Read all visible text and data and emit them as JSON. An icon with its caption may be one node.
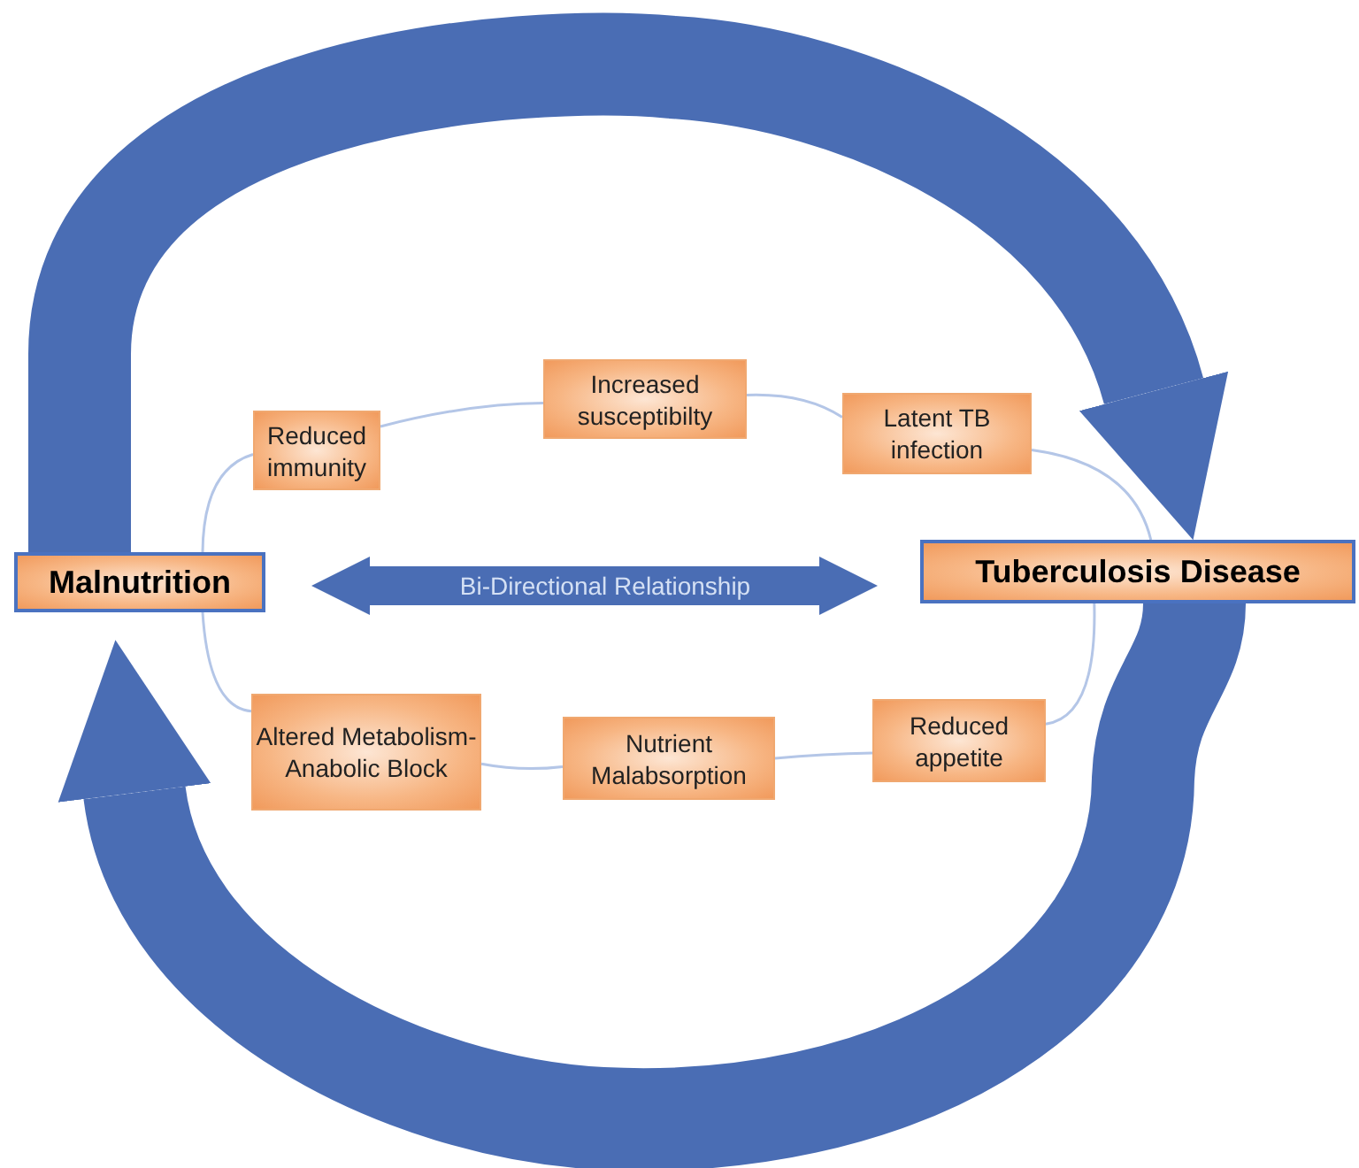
{
  "diagram": {
    "nodes": [
      {
        "text": [
          "Malnutrition"
        ]
      },
      {
        "text": [
          "Reduced immunity"
        ]
      },
      {
        "text": [
          "Increased susceptibilty"
        ]
      },
      {
        "text": [
          "Latent TB infection"
        ]
      },
      {
        "text": [
          "Tuberculosis Disease"
        ]
      },
      {
        "text": [
          "Altered Metabolism-Anabolic Block"
        ]
      },
      {
        "text": [
          "Nutrient Malabsorption"
        ]
      },
      {
        "text": [
          "Reduced appetite"
        ]
      }
    ],
    "edges": [
      {
        "from": 0,
        "to": 1,
        "arrow": "none"
      },
      {
        "from": 1,
        "to": 2,
        "arrow": "none"
      },
      {
        "from": 2,
        "to": 3,
        "arrow": "none"
      },
      {
        "from": 3,
        "to": 4,
        "arrow": "none"
      },
      {
        "from": 0,
        "to": 5,
        "arrow": "none"
      },
      {
        "from": 5,
        "to": 6,
        "arrow": "none"
      },
      {
        "from": 6,
        "to": 7,
        "arrow": "none"
      },
      {
        "from": 7,
        "to": 4,
        "arrow": "none"
      },
      {
        "from": 0,
        "to": 4,
        "arrow": "both",
        "label": "Bi-Directional Relationship",
        "style": "thick",
        "color": "#4a6db4"
      },
      {
        "from": 0,
        "to": 4,
        "arrow": "to",
        "style": "thick",
        "color": "#4a6db4"
      },
      {
        "from": 4,
        "to": 0,
        "arrow": "to",
        "style": "thick",
        "color": "#4a6db4"
      }
    ]
  }
}
